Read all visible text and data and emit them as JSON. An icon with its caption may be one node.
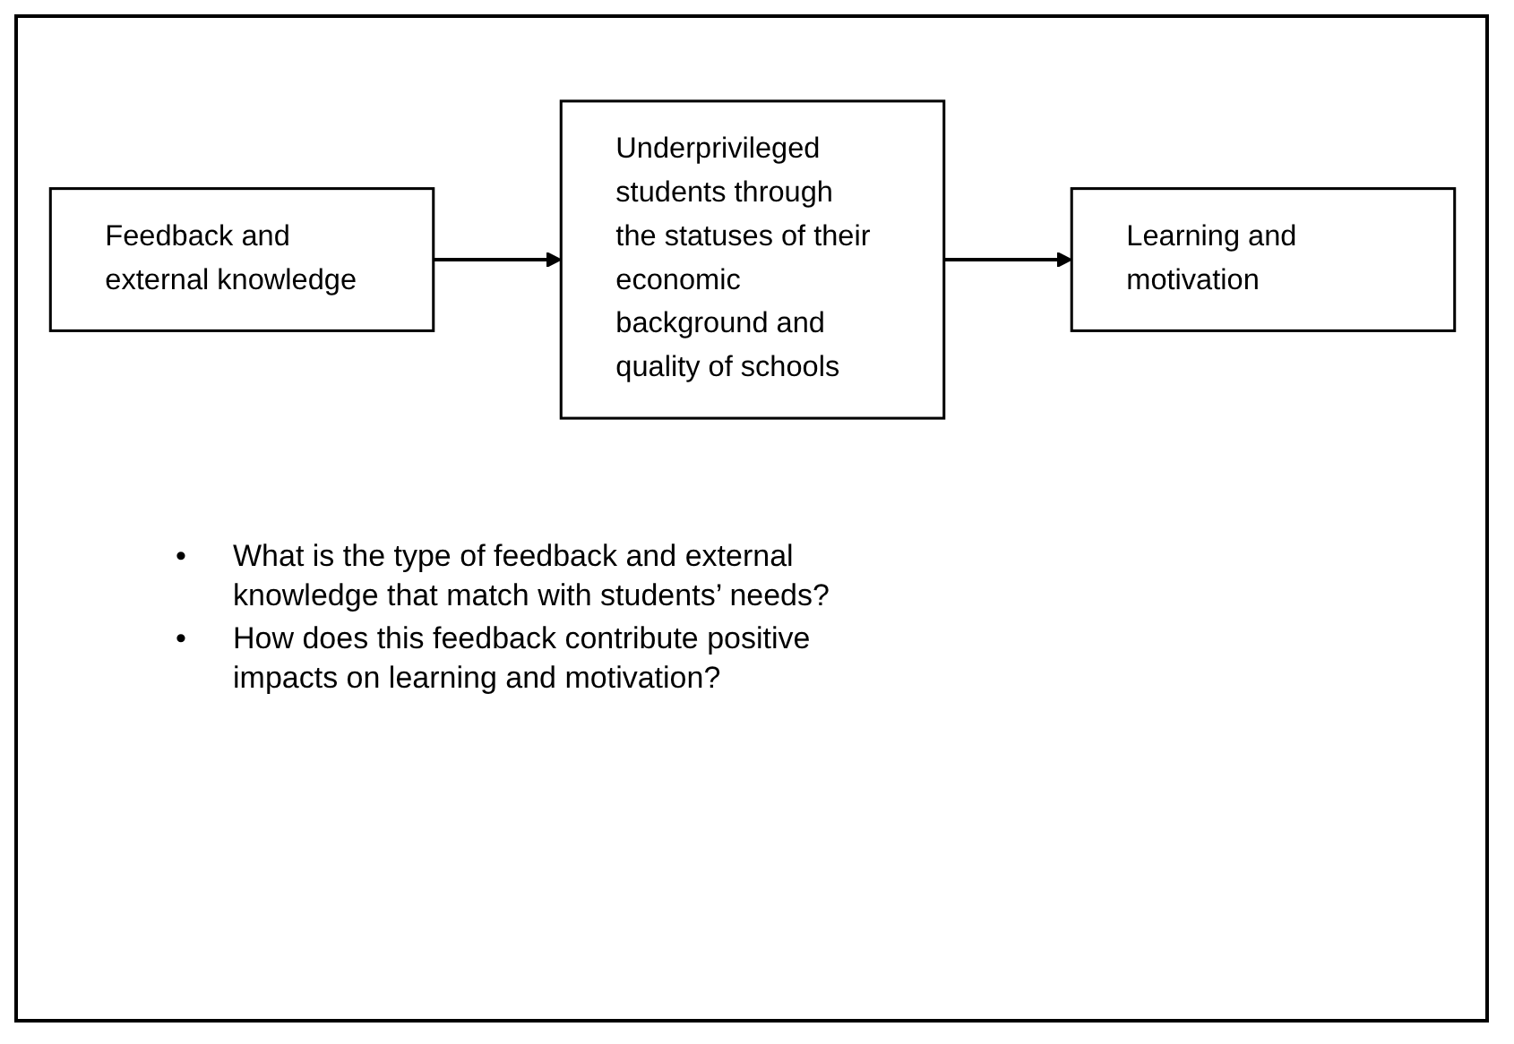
{
  "diagram": {
    "nodes": [
      {
        "text": [
          "Feedback and external knowledge"
        ]
      },
      {
        "text": [
          "Underprivileged students through the statuses of their economic background and quality of schools"
        ]
      },
      {
        "text": [
          "Learning and motivation"
        ]
      }
    ],
    "edges": [
      {
        "from": 0,
        "to": 1,
        "arrow": "to"
      },
      {
        "from": 1,
        "to": 2,
        "arrow": "to"
      }
    ],
    "labels": [
      "•",
      "What is the type of feedback and external knowledge that match with students’ needs?",
      "•",
      "How does this feedback contribute positive impacts on learning and motivation?"
    ]
  }
}
